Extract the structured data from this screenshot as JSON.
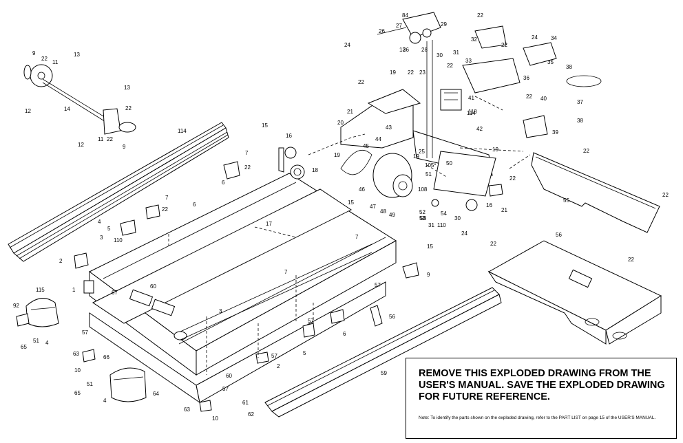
{
  "notice": {
    "heading": "REMOVE THIS EXPLODED DRAWING FROM THE USER'S MANUAL. SAVE THE EXPLODED DRAWING FOR FUTURE REFERENCE.",
    "note": "Note: To identify the parts shown on the exploded drawing, refer to the PART LIST on page 15 of the USER'S MANUAL."
  },
  "labels": {
    "l1": "1",
    "l2": "2",
    "l2b": "2",
    "l2c": "2",
    "l3": "3",
    "l3b": "3",
    "l4": "4",
    "l4b": "4",
    "l4c": "4",
    "l5": "5",
    "l5b": "5",
    "l6": "6",
    "l6b": "6",
    "l6c": "6",
    "l7": "7",
    "l7b": "7",
    "l7c": "7",
    "l7d": "7",
    "l9": "9",
    "l9b": "9",
    "l9c": "9",
    "l10": "10",
    "l10b": "10",
    "l11": "11",
    "l11b": "11",
    "l12": "12",
    "l12b": "12",
    "l13": "13",
    "l13b": "13",
    "l13c": "13",
    "l14": "14",
    "l15": "15",
    "l15b": "15",
    "l15c": "15",
    "l16": "16",
    "l16b": "16",
    "l17": "17",
    "l18": "18",
    "l19": "19",
    "l19b": "19",
    "l19c": "19",
    "l19d": "19",
    "l20": "20",
    "l20b": "20",
    "l21": "21",
    "l21b": "21",
    "l22a": "22",
    "l22b": "22",
    "l22c": "22",
    "l22d": "22",
    "l22e": "22",
    "l22f": "22",
    "l22g": "22",
    "l22h": "22",
    "l22i": "22",
    "l22j": "22",
    "l22k": "22",
    "l22l": "22",
    "l22m": "22",
    "l22n": "22",
    "l22o": "22",
    "l22p": "22",
    "l23": "23",
    "l24": "24",
    "l24b": "24",
    "l24c": "24",
    "l25": "25",
    "l26": "26",
    "l26b": "26",
    "l27": "27",
    "l28": "28",
    "l29": "29",
    "l30": "30",
    "l30b": "30",
    "l31": "31",
    "l31b": "31",
    "l32": "32",
    "l33": "33",
    "l34": "34",
    "l35": "35",
    "l36": "36",
    "l37": "37",
    "l38": "38",
    "l38b": "38",
    "l39": "39",
    "l40": "40",
    "l41": "41",
    "l42": "42",
    "l43": "43",
    "l44": "44",
    "l45": "45",
    "l46": "46",
    "l47": "47",
    "l48": "48",
    "l49": "49",
    "l50": "50",
    "l51": "51",
    "l51b": "51",
    "l51c": "51",
    "l52": "52",
    "l53": "53",
    "l54": "54",
    "l55": "55",
    "l56": "56",
    "l56b": "56",
    "l57": "57",
    "l57b": "57",
    "l57c": "57",
    "l57d": "57",
    "l57e": "57",
    "l58": "58",
    "l59": "59",
    "l60": "60",
    "l60b": "60",
    "l61": "61",
    "l62": "62",
    "l63": "63",
    "l63b": "63",
    "l64": "64",
    "l65": "65",
    "l65b": "65",
    "l66": "66",
    "l67": "67",
    "l84": "84",
    "l92": "92",
    "l105": "105*",
    "l108": "108",
    "l110": "110",
    "l110b": "110",
    "l114": "114",
    "l114b": "114",
    "l115": "115",
    "l118": "118"
  }
}
